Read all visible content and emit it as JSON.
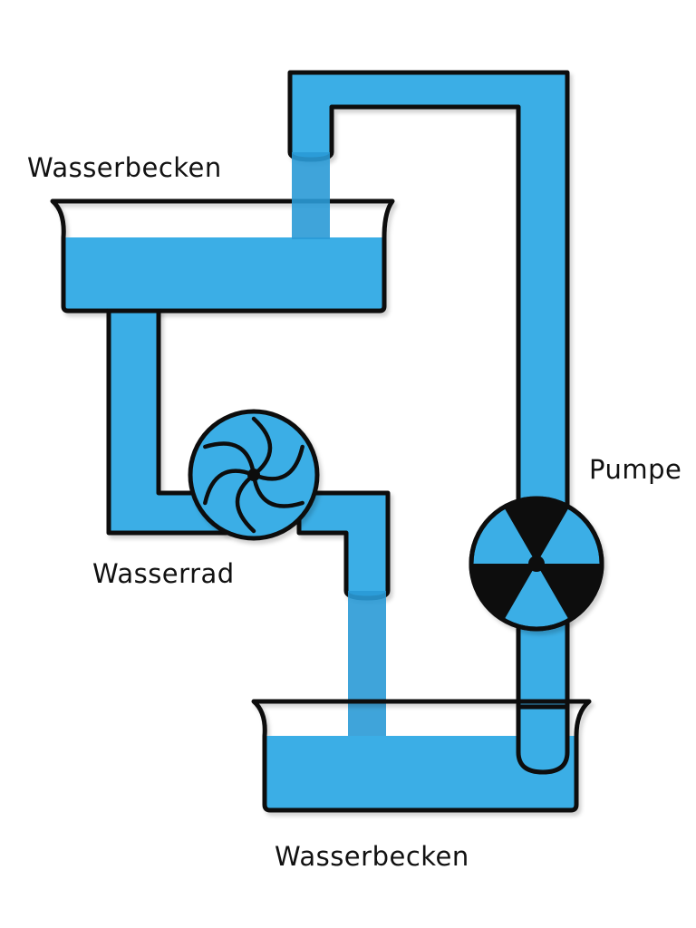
{
  "labels": {
    "upper_basin": "Wasserbecken",
    "pump": "Pumpe",
    "water_wheel": "Wasserrad",
    "lower_basin": "Wasserbecken"
  },
  "colors": {
    "water": "#3aaee6",
    "water_dark": "#2a9ad6",
    "outline": "#0d0d0d",
    "pump_blades": "#0d0d0d",
    "background": "#ffffff"
  }
}
